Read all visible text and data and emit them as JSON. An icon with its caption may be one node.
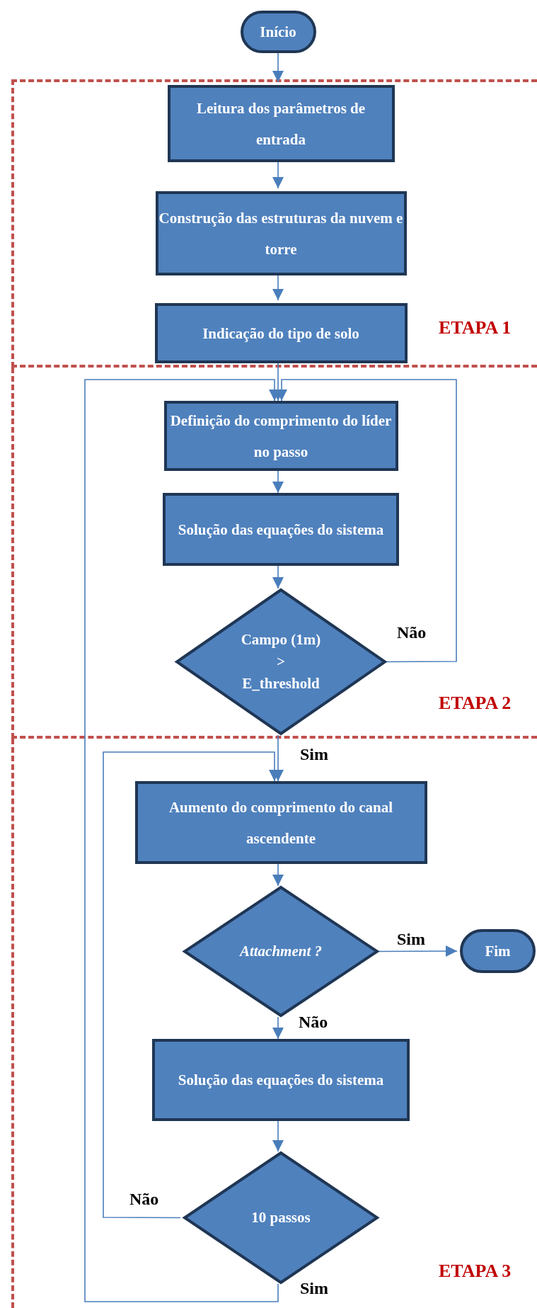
{
  "diagram": {
    "nodes": [
      {
        "text": [
          "Início"
        ]
      },
      {
        "text": [
          "ETAPA 1"
        ]
      },
      {
        "text": [
          "Leitura dos parâmetros de entrada"
        ],
        "in": 1
      },
      {
        "text": [
          "Construção das estruturas da nuvem e torre"
        ],
        "in": 1
      },
      {
        "text": [
          "Indicação do tipo de solo"
        ],
        "in": 1
      },
      {
        "text": [
          "ETAPA 2"
        ]
      },
      {
        "text": [
          "Definição do comprimento do líder no passo"
        ],
        "in": 5
      },
      {
        "text": [
          "Solução das equações do sistema"
        ],
        "in": 5
      },
      {
        "text": [
          "Campo (1m) > E_threshold"
        ],
        "in": 5
      },
      {
        "text": [
          "ETAPA 3"
        ]
      },
      {
        "text": [
          "Aumento do comprimento do canal ascendente"
        ],
        "in": 9
      },
      {
        "text": [
          "Attachment ?"
        ],
        "in": 9
      },
      {
        "text": [
          "Fim"
        ],
        "in": 9
      },
      {
        "text": [
          "Solução das equações do sistema"
        ],
        "in": 9
      },
      {
        "text": [
          "10 passos"
        ],
        "in": 9
      }
    ],
    "edges": [
      {
        "from": 0,
        "to": 2,
        "arrow": "to"
      },
      {
        "from": 2,
        "to": 3,
        "arrow": "to"
      },
      {
        "from": 3,
        "to": 4,
        "arrow": "to"
      },
      {
        "from": 4,
        "to": 6,
        "arrow": "to"
      },
      {
        "from": 6,
        "to": 7,
        "arrow": "to"
      },
      {
        "from": 7,
        "to": 8,
        "arrow": "to"
      },
      {
        "from": 8,
        "to": 6,
        "arrow": "to",
        "label": "Não"
      },
      {
        "from": 8,
        "to": 10,
        "arrow": "to",
        "label": "Sim"
      },
      {
        "from": 10,
        "to": 11,
        "arrow": "to"
      },
      {
        "from": 11,
        "to": 12,
        "arrow": "to",
        "label": "Sim"
      },
      {
        "from": 11,
        "to": 13,
        "arrow": "to",
        "label": "Não"
      },
      {
        "from": 13,
        "to": 14,
        "arrow": "to"
      },
      {
        "from": 14,
        "to": 10,
        "arrow": "to",
        "label": "Não"
      },
      {
        "from": 14,
        "to": 6,
        "arrow": "to",
        "label": "Sim"
      }
    ]
  }
}
